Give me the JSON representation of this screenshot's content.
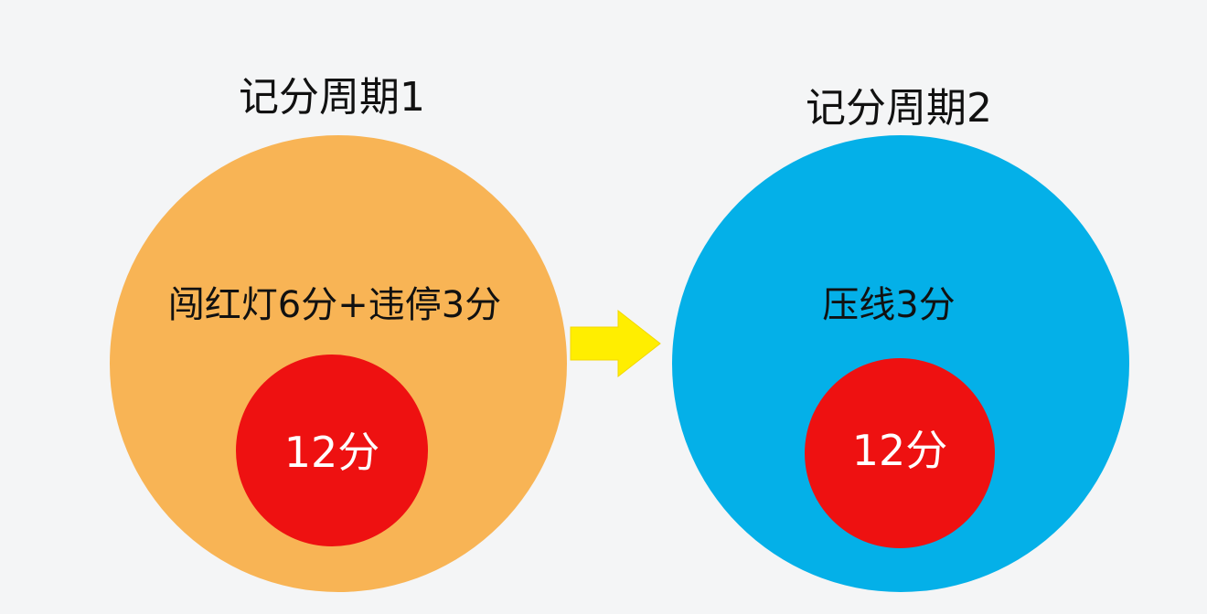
{
  "cycle1": {
    "title": "记分周期1",
    "violations": "闯红灯6分+违停3分",
    "total": "12分",
    "color": "#f8b455"
  },
  "cycle2": {
    "title": "记分周期2",
    "violations": "压线3分",
    "total": "12分",
    "color": "#04b0e8"
  },
  "arrow": {
    "icon": "right-arrow-icon",
    "color": "#ffee00"
  },
  "inner_color": "#ee1111",
  "background": "#f4f5f6"
}
